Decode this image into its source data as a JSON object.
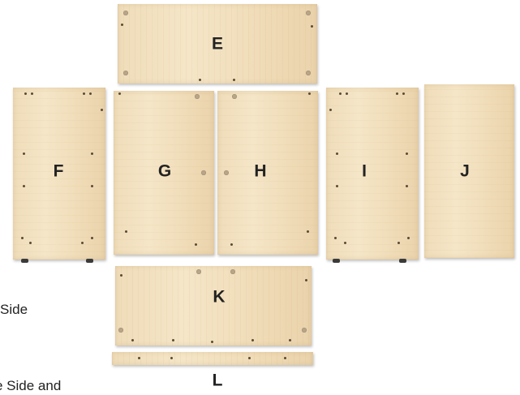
{
  "panels": {
    "E": "E",
    "F": "F",
    "G": "G",
    "H": "H",
    "I": "I",
    "J": "J",
    "K": "K",
    "L": "L"
  },
  "captions": {
    "line1": "Side",
    "line2": "e Side and"
  }
}
